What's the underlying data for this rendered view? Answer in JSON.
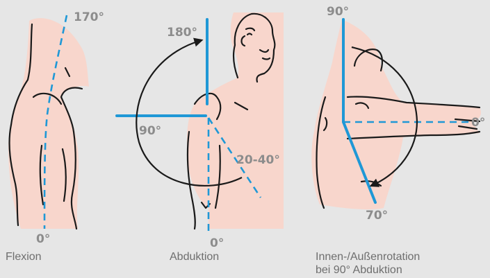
{
  "figures": [
    {
      "id": "flexion",
      "caption": "Flexion",
      "angles": [
        "170°",
        "0°"
      ]
    },
    {
      "id": "abduktion",
      "caption": "Abduktion",
      "angles": [
        "180°",
        "90°",
        "20-40°",
        "0°"
      ]
    },
    {
      "id": "rotation",
      "caption_lines": [
        "Innen-/Außenrotation",
        "bei 90° Abduktion"
      ],
      "angles": [
        "90°",
        "0°",
        "70°"
      ]
    }
  ],
  "colors": {
    "background": "#e6e6e6",
    "skin": "#f8d6cc",
    "line_blue": "#1f98d6",
    "outline": "#1a1a1a",
    "label_gray": "#8c8c8c"
  }
}
